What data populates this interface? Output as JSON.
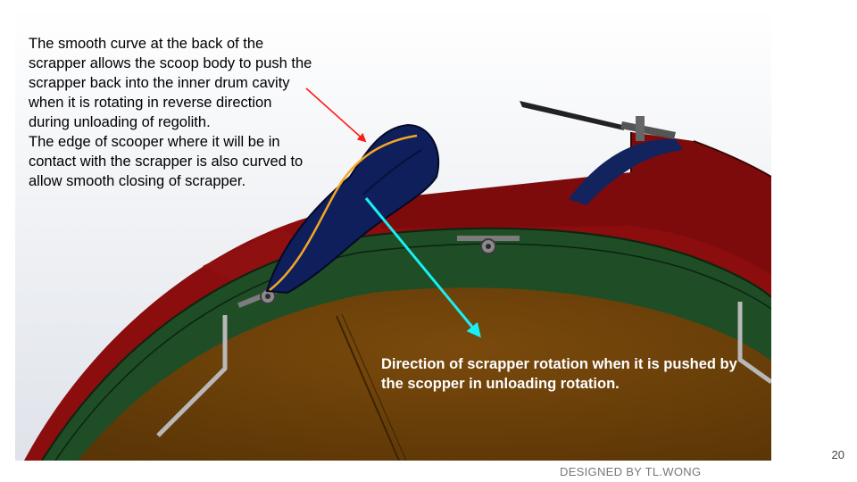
{
  "slide": {
    "callout_top_left": "The smooth curve at the back of the scrapper allows the scoop body to push the scrapper back into the inner drum cavity when it is rotating in reverse direction during unloading of regolith.\nThe edge of scooper where it will be in contact with the scrapper is also curved to allow smooth closing of scrapper.",
    "callout_bottom_right": "Direction of scrapper rotation when it is pushed by the scopper in unloading rotation.",
    "page_number": "20",
    "footer_credit": "DESIGNED BY TL.WONG"
  },
  "colors": {
    "red_arrow": "#ff1a1a",
    "cyan_arrow": "#19f0f5",
    "curve_highlight": "#f5a623",
    "drum_red": "#8b0d0d",
    "drum_green": "#1e4d26",
    "drum_interior": "#6b3f0a",
    "scooper_navy": "#0f1f5c"
  }
}
